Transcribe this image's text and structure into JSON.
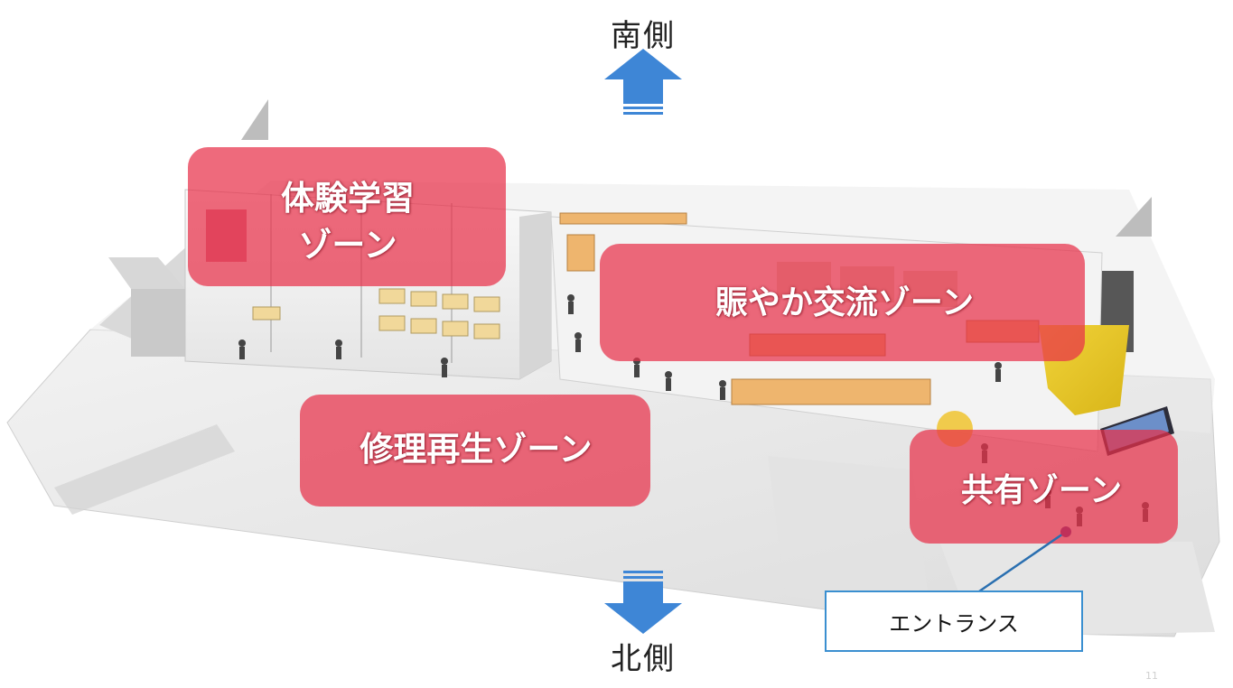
{
  "compass": {
    "south_label": "南側",
    "north_label": "北側",
    "up_arrow_icon": "arrow-up-icon",
    "down_arrow_icon": "arrow-down-icon",
    "arrow_color": "#3e86d6"
  },
  "zones": [
    {
      "id": "experience",
      "label_line1": "体験学習",
      "label_line2": "ゾーン"
    },
    {
      "id": "exchange",
      "label": "賑やか交流ゾーン"
    },
    {
      "id": "repair",
      "label": "修理再生ゾーン"
    },
    {
      "id": "share",
      "label": "共有ゾーン"
    }
  ],
  "zone_color": "#e8304a",
  "callout": {
    "label": "エントランス",
    "border_color": "#3a8fd0",
    "pointer_color": "#2a6fb0"
  },
  "page_number": "11"
}
